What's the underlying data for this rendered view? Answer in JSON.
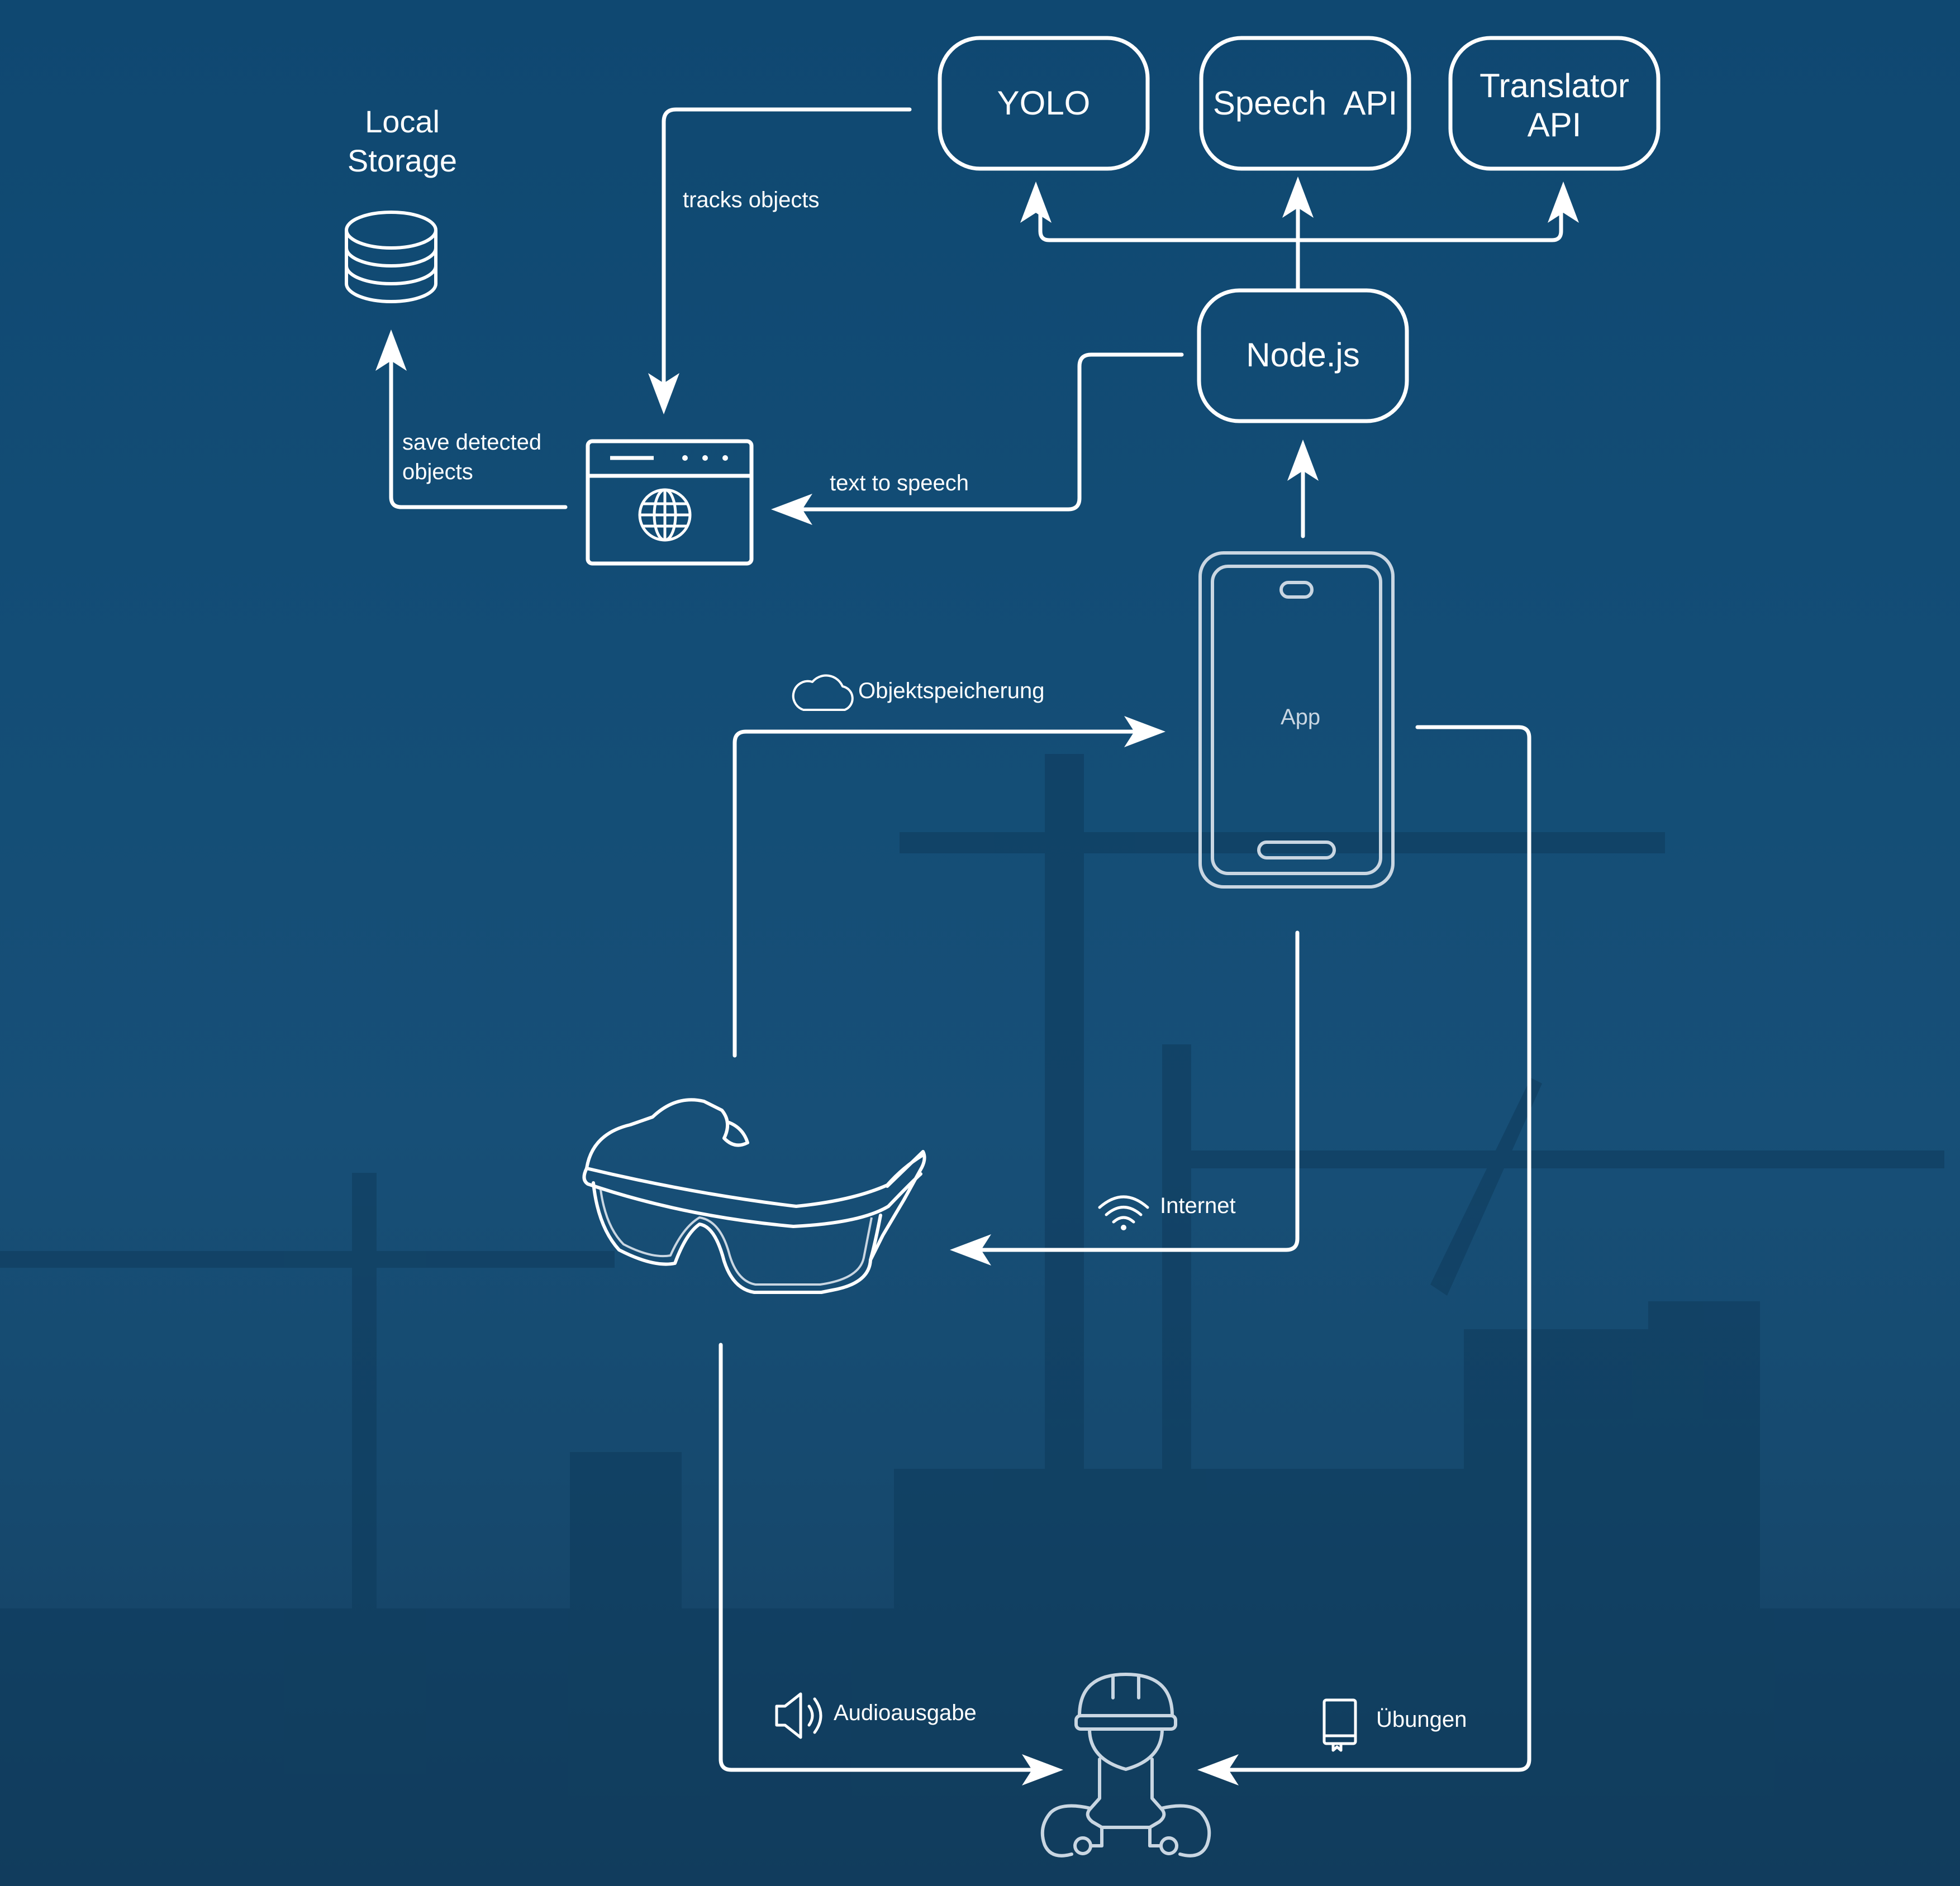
{
  "nodes": {
    "yolo": "YOLO",
    "speech_api": "Speech  API",
    "translator_api_line1": "Translator",
    "translator_api_line2": "API",
    "nodejs": "Node.js",
    "local_storage_line1": "Local",
    "local_storage_line2": "Storage",
    "app": "App"
  },
  "edges": {
    "tracks_objects": "tracks objects",
    "save_detected_line1": "save detected",
    "save_detected_line2": "objects",
    "text_to_speech": "text to speech",
    "objektspeicherung": "Objektspeicherung",
    "internet": "Internet",
    "audioausgabe": "Audioausgabe",
    "uebungen": "Übungen"
  },
  "icons": [
    "database-icon",
    "browser-window-icon",
    "globe-icon",
    "smartphone-icon",
    "cloud-icon",
    "wifi-icon",
    "safety-glasses-icon",
    "speaker-icon",
    "book-icon",
    "construction-worker-icon"
  ],
  "colors": {
    "background": "#114a72",
    "line": "#ffffff",
    "muted_line": "#c9d6e2"
  }
}
